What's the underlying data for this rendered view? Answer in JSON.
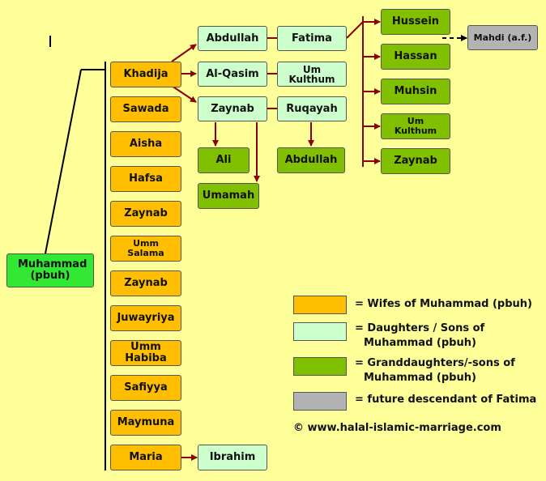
{
  "root": "Muhammad (pbuh)",
  "wives": [
    "Khadija",
    "Sawada",
    "Aisha",
    "Hafsa",
    "Zaynab",
    "Umm Salama",
    "Zaynab",
    "Juwayriya",
    "Umm Habiba",
    "Safiyya",
    "Maymuna",
    "Maria"
  ],
  "children": {
    "abdullah": "Abdullah",
    "fatima": "Fatima",
    "alqasim": "Al-Qasim",
    "umkulthum": "Um Kulthum",
    "zaynab": "Zaynab",
    "ruqayah": "Ruqayah",
    "ibrahim": "Ibrahim"
  },
  "grandchildren": {
    "ali": "Ali",
    "umamah": "Umamah",
    "abdullah": "Abdullah",
    "hussein": "Hussein",
    "hassan": "Hassan",
    "muhsin": "Muhsin",
    "umkulthum": "Um Kulthum",
    "zaynab": "Zaynab"
  },
  "future": "Mahdi (a.f.)",
  "legend": {
    "wives": "= Wifes of Muhammad (pbuh)",
    "children_l1": "= Daughters / Sons of",
    "children_l2": "Muhammad (pbuh)",
    "grand_l1": "= Granddaughters/-sons of",
    "grand_l2": "Muhammad (pbuh)",
    "future": "= future descendant of Fatima"
  },
  "copyright": "© www.halal-islamic-marriage.com",
  "colors": {
    "background": "#ffff99",
    "wife": "#ffbf00",
    "child": "#ccffcc",
    "grandchild": "#80c000",
    "future": "#b3b3b3",
    "root": "#33e833",
    "connector": "#8b0000"
  }
}
